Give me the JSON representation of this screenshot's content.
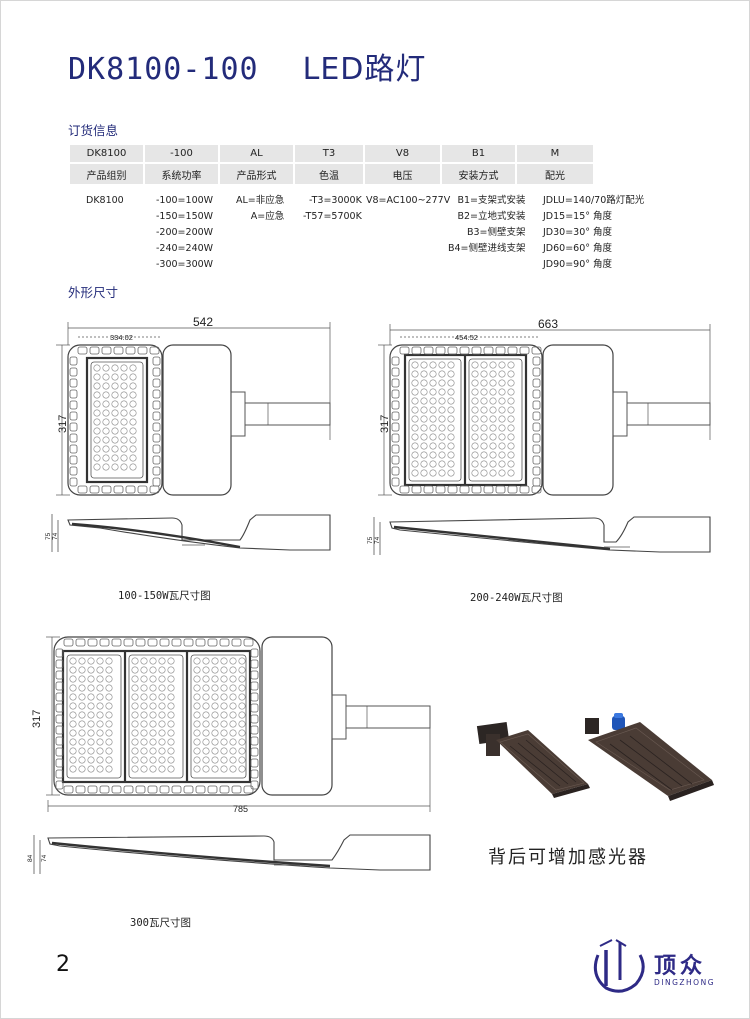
{
  "header": {
    "model": "DK8100-100",
    "product": "LED路灯"
  },
  "sections": {
    "order_info": "订货信息",
    "dimensions": "外形尺寸"
  },
  "order_table": {
    "codes": [
      "DK8100",
      "-100",
      "AL",
      "T3",
      "V8",
      "B1",
      "M"
    ],
    "labels": [
      "产品组别",
      "系统功率",
      "产品形式",
      "色温",
      "电压",
      "安装方式",
      "配光"
    ],
    "options": {
      "group": [
        "DK8100"
      ],
      "power": [
        "-100=100W",
        "-150=150W",
        "-200=200W",
        "-240=240W",
        "-300=300W"
      ],
      "form": [
        "AL=非应急",
        "A=应急"
      ],
      "cct": [
        "-T3=3000K",
        "-T57=5700K"
      ],
      "voltage": [
        "V8=AC100~277V"
      ],
      "mount": [
        "B1=支架式安装",
        "B2=立地式安装",
        "B3=侧壁支架",
        "B4=侧壁进线支架"
      ],
      "optics": [
        "JDLU=140/70路灯配光",
        "JD15=15° 角度",
        "JD30=30° 角度",
        "JD60=60° 角度",
        "JD90=90° 角度"
      ]
    }
  },
  "drawings": {
    "small": {
      "width": "542",
      "inner_width": "334.02",
      "height": "317",
      "side_h1": "75",
      "side_h2": "74",
      "caption": "100-150W瓦尺寸图"
    },
    "medium": {
      "width": "663",
      "inner_width": "454.52",
      "height": "317",
      "side_h1": "75",
      "side_h2": "74",
      "caption": "200-240W瓦尺寸图"
    },
    "large": {
      "width": "785",
      "height": "317",
      "side_h1": "84",
      "side_h2": "74",
      "caption": "300瓦尺寸图"
    }
  },
  "sensor_note": "背后可增加感光器",
  "page_number": "2",
  "logo": {
    "name_cn": "顶众",
    "name_en": "DINGZHONG"
  },
  "colors": {
    "brand": "#232b7a",
    "header_cell": "#e6e6e6",
    "luminaire": "#4a3c35"
  }
}
